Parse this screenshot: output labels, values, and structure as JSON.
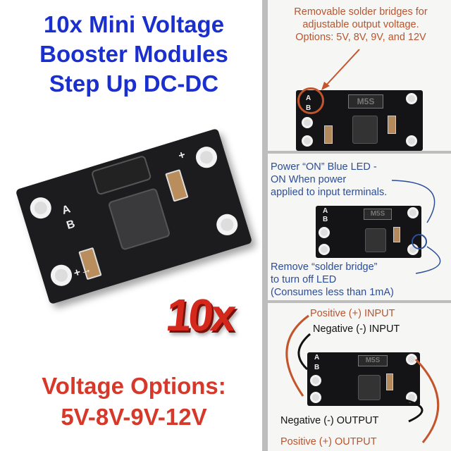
{
  "title": {
    "line1": "10x Mini Voltage",
    "line2": "Booster Modules",
    "line3": "Step Up DC-DC"
  },
  "badge": "10x",
  "voltage": {
    "line1": "Voltage Options:",
    "line2": "5V-8V-9V-12V"
  },
  "board_silkscreen": {
    "a": "A",
    "b": "B",
    "plus": "+",
    "minus": "-",
    "arrow": "+→",
    "diode": "M5S"
  },
  "panel1": {
    "line1": "Removable solder bridges for",
    "line2": "adjustable output voltage.",
    "line3": "Options: 5V, 8V, 9V, and 12V"
  },
  "panel2": {
    "line1": "Power “ON” Blue LED -",
    "line2": "ON When power",
    "line3": "applied to input terminals.",
    "line4": "Remove “solder bridge”",
    "line5": "to turn off LED",
    "line6": "(Consumes less than 1mA)"
  },
  "panel3": {
    "pos_in": "Positive (+) INPUT",
    "neg_in": "Negative (-) INPUT",
    "neg_out": "Negative (-) OUTPUT",
    "pos_out": "Positive (+) OUTPUT"
  },
  "colors": {
    "title": "#1a2fd0",
    "voltage": "#d6382a",
    "annotation_brown": "#b8552f",
    "annotation_blue": "#2c4d98"
  }
}
